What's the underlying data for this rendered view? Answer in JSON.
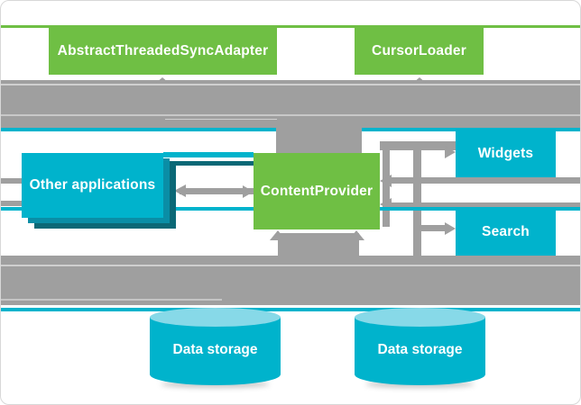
{
  "diagram": {
    "type": "architecture-diagram",
    "nodes": {
      "sync_adapter": {
        "label": "AbstractThreadedSyncAdapter",
        "color": "#6fbf44"
      },
      "cursor_loader": {
        "label": "CursorLoader",
        "color": "#6fbf44"
      },
      "content_provider": {
        "label": "ContentProvider",
        "color": "#6fbf44"
      },
      "other_apps": {
        "label": "Other applications",
        "color": "#00b3cc",
        "style": "stacked"
      },
      "widgets": {
        "label": "Widgets",
        "color": "#00b3cc"
      },
      "search": {
        "label": "Search",
        "color": "#00b3cc"
      },
      "storage_left": {
        "label": "Data storage",
        "color": "#00b3cc",
        "shape": "cylinder"
      },
      "storage_right": {
        "label": "Data storage",
        "color": "#00b3cc",
        "shape": "cylinder"
      }
    },
    "edges": [
      {
        "from": "content_provider",
        "to": "sync_adapter",
        "direction": "both"
      },
      {
        "from": "content_provider",
        "to": "cursor_loader",
        "direction": "both"
      },
      {
        "from": "other_apps",
        "to": "content_provider",
        "direction": "both"
      },
      {
        "from": "content_provider",
        "to": "widgets",
        "direction": "both"
      },
      {
        "from": "content_provider",
        "to": "search",
        "direction": "both"
      },
      {
        "from": "storage_left",
        "to": "content_provider",
        "direction": "up"
      },
      {
        "from": "storage_right",
        "to": "content_provider",
        "direction": "up"
      }
    ],
    "colors": {
      "green": "#6fbf44",
      "cyan": "#00b3cc",
      "cyan_light": "#87d9e8",
      "teal_mid": "#0a8ea6",
      "teal_dark": "#0b6876",
      "connector_gray": "#9f9f9f",
      "text": "#ffffff",
      "frame_border": "#d8d8d8"
    }
  }
}
